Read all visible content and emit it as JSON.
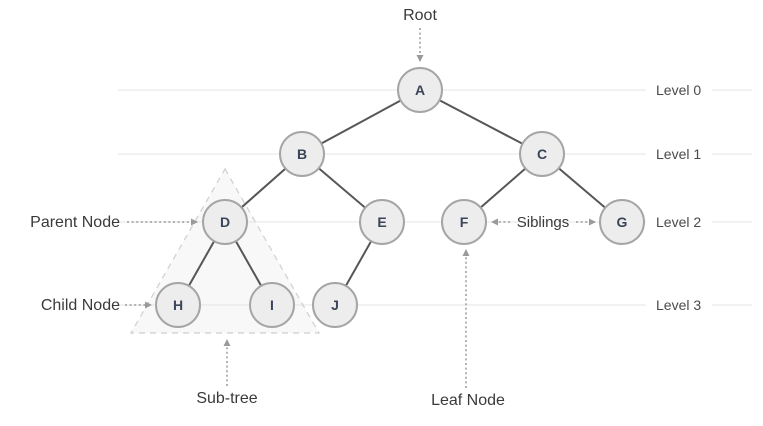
{
  "diagram": {
    "type": "binary-tree-terminology-diagram",
    "nodes": {
      "A": "A",
      "B": "B",
      "C": "C",
      "D": "D",
      "E": "E",
      "F": "F",
      "G": "G",
      "H": "H",
      "I": "I",
      "J": "J"
    },
    "edges": [
      [
        "A",
        "B"
      ],
      [
        "A",
        "C"
      ],
      [
        "B",
        "D"
      ],
      [
        "B",
        "E"
      ],
      [
        "C",
        "F"
      ],
      [
        "C",
        "G"
      ],
      [
        "D",
        "H"
      ],
      [
        "D",
        "I"
      ],
      [
        "E",
        "J"
      ]
    ],
    "levels": [
      "Level 0",
      "Level 1",
      "Level 2",
      "Level 3"
    ],
    "annotations": {
      "root": "Root",
      "parent_node": "Parent Node",
      "child_node": "Child Node",
      "sub_tree": "Sub-tree",
      "leaf_node": "Leaf Node",
      "siblings": "Siblings"
    },
    "subtree_members": [
      "D",
      "H",
      "I"
    ],
    "colors": {
      "node_fill": "#ededed",
      "node_border": "#a5a5a5",
      "node_text": "#3b4559",
      "edge": "#565656",
      "annotation_text": "#3a3a3a",
      "annotation_arrow": "#9a9a9a",
      "level_line": "#e9e9e9",
      "subtree_outline": "#cfcfcf",
      "background": "#ffffff"
    }
  }
}
